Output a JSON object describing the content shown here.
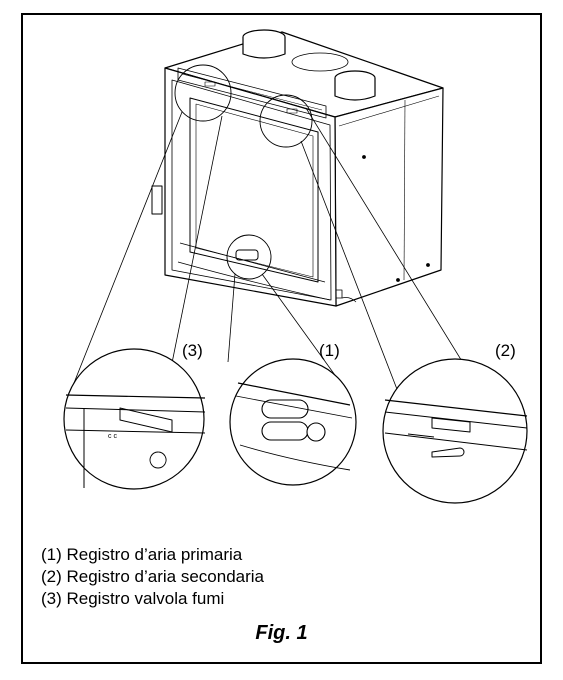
{
  "callouts": {
    "left": "(3)",
    "center": "(1)",
    "right": "(2)"
  },
  "legend": {
    "items": [
      "(1) Registro d’aria primaria",
      "(2) Registro d’aria secondaria",
      "(3) Registro valvola fumi"
    ]
  },
  "caption": "Fig. 1"
}
